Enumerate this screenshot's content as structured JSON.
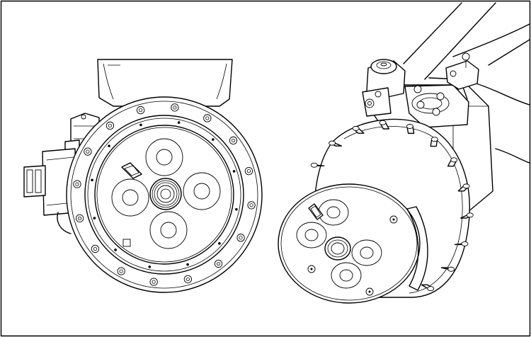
{
  "figure": {
    "views": [
      {
        "id": "front-view",
        "outer_bolts": 16,
        "inner_screws": 12,
        "lobes": 4
      },
      {
        "id": "perspective-view",
        "studs": 12,
        "lobes": 4
      }
    ],
    "colors": {
      "line": "#000000",
      "background": "#ffffff"
    }
  }
}
